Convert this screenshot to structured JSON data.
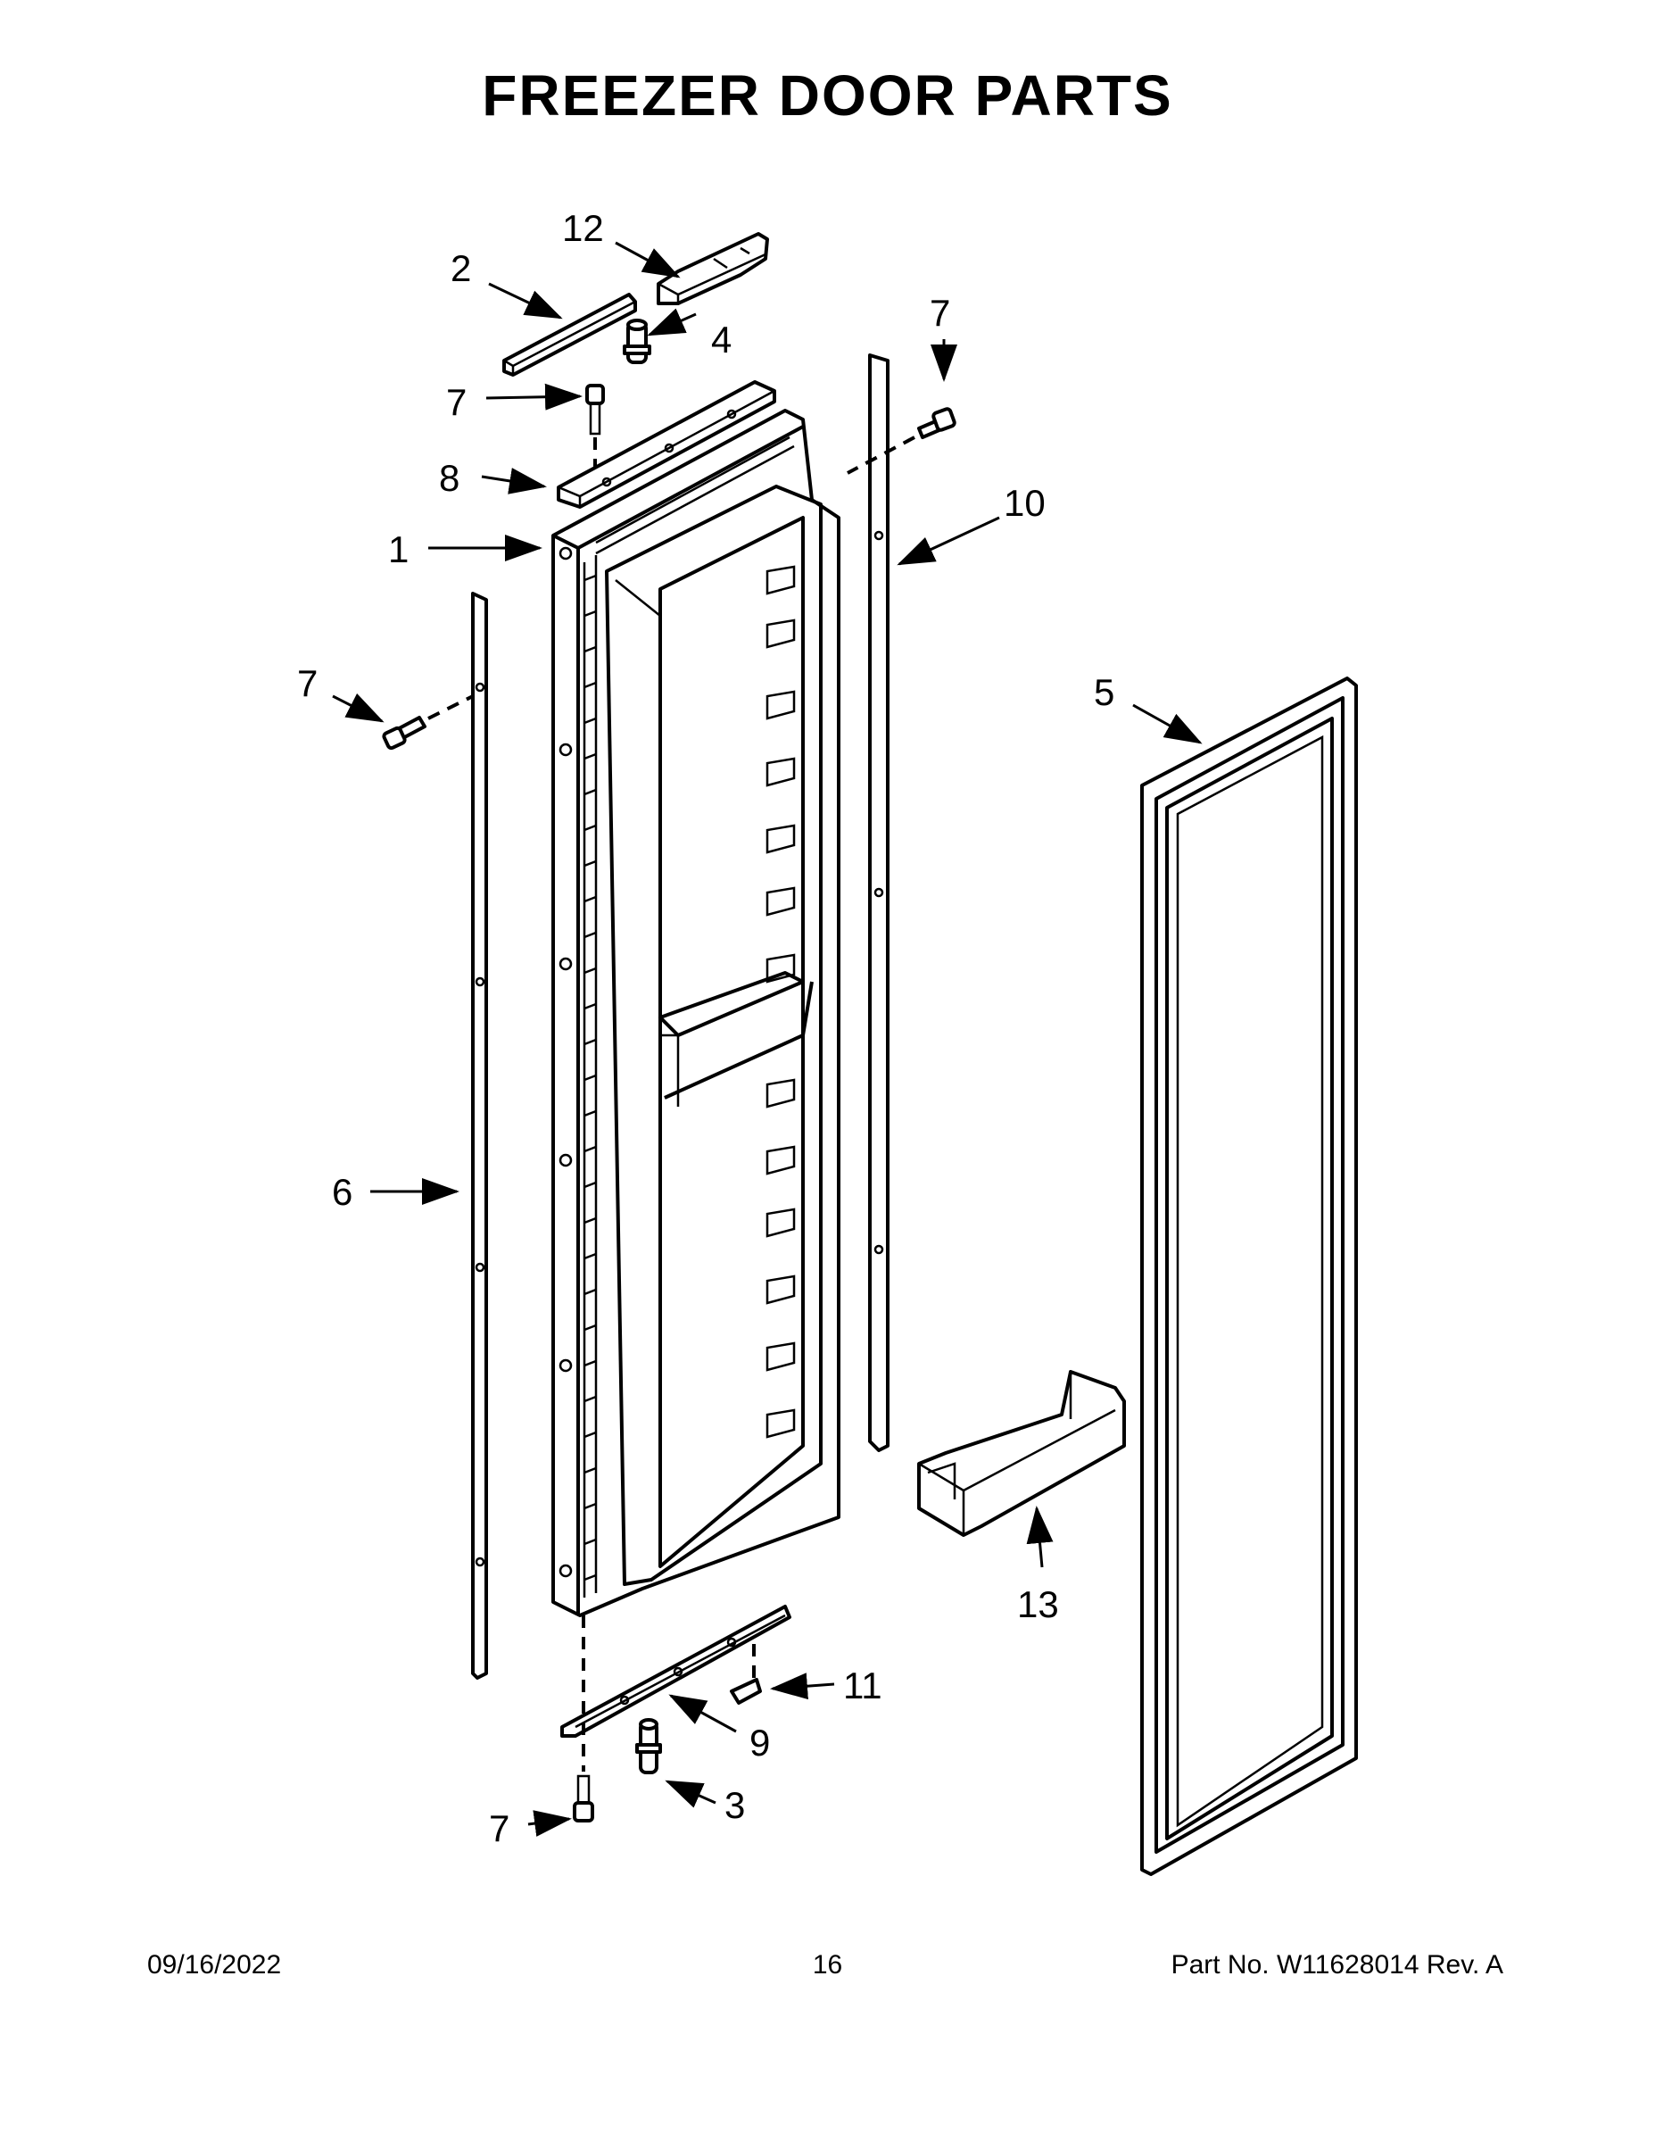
{
  "title": "FREEZER DOOR PARTS",
  "callouts": [
    {
      "id": "c12",
      "label": "12"
    },
    {
      "id": "c2",
      "label": "2"
    },
    {
      "id": "c4",
      "label": "4"
    },
    {
      "id": "c7a",
      "label": "7"
    },
    {
      "id": "c7b",
      "label": "7"
    },
    {
      "id": "c8",
      "label": "8"
    },
    {
      "id": "c1",
      "label": "1"
    },
    {
      "id": "c10",
      "label": "10"
    },
    {
      "id": "c7c",
      "label": "7"
    },
    {
      "id": "c5",
      "label": "5"
    },
    {
      "id": "c6",
      "label": "6"
    },
    {
      "id": "c13",
      "label": "13"
    },
    {
      "id": "c11",
      "label": "11"
    },
    {
      "id": "c9",
      "label": "9"
    },
    {
      "id": "c3",
      "label": "3"
    },
    {
      "id": "c7d",
      "label": "7"
    }
  ],
  "footer": {
    "date": "09/16/2022",
    "page": "16",
    "part_number": "Part No.  W11628014  Rev.  A"
  }
}
